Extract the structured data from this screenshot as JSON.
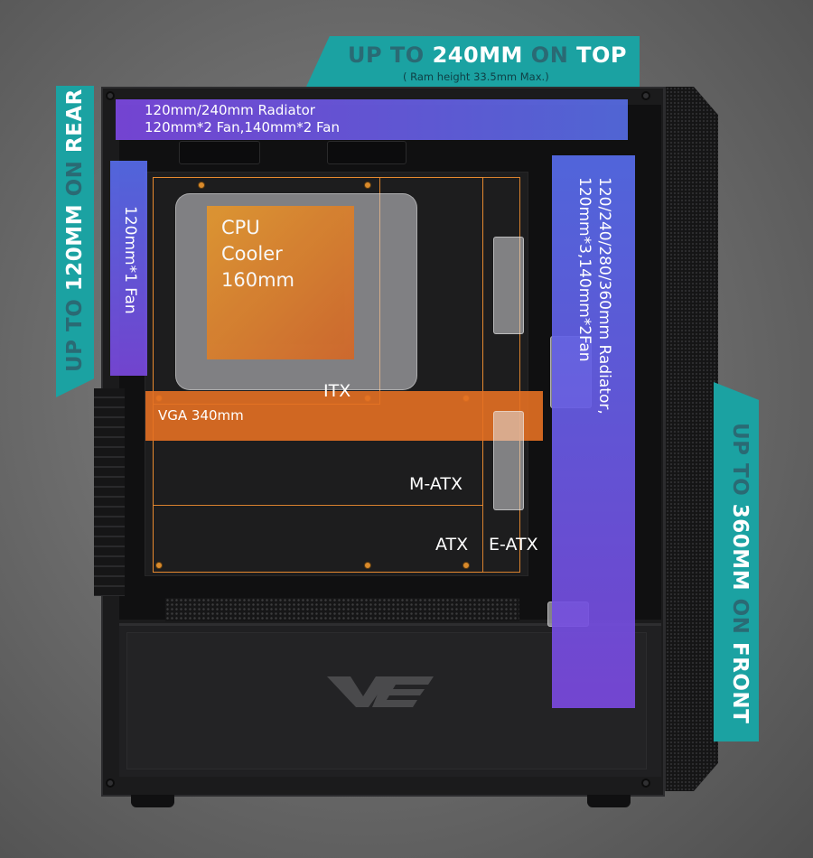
{
  "banners": {
    "top": {
      "prefix": "UP TO ",
      "value": "240MM",
      "middle": " ON ",
      "position": "TOP",
      "note": "( Ram height 33.5mm Max.)"
    },
    "rear": {
      "prefix": "UP TO ",
      "value": "120MM",
      "middle": " ON ",
      "position": "REAR"
    },
    "front": {
      "prefix": "UP TO ",
      "value": "360MM",
      "middle": " ON ",
      "position": "FRONT"
    }
  },
  "overlays": {
    "top_radiator": {
      "line1": "120mm/240mm Radiator",
      "line2": "120mm*2 Fan,140mm*2 Fan"
    },
    "rear_fan": {
      "label": "120mm*1 Fan"
    },
    "front_radiator": {
      "line1": "120/240/280/360mm Radiator,",
      "line2": "120mm*3,140mm*2Fan"
    },
    "cpu_cooler": {
      "line1": "CPU",
      "line2": "Cooler",
      "line3": "160mm"
    },
    "vga": {
      "label": "VGA 340mm"
    },
    "motherboards": {
      "itx": "ITX",
      "matx": "M-ATX",
      "atx": "ATX",
      "eatx": "E-ATX"
    }
  },
  "colors": {
    "banner_teal": "#1ba2a2",
    "banner_dim_text": "#2a6a74",
    "radiator_purple": "#7c48e1",
    "radiator_blue": "#576ee8",
    "vga_orange": "#e47022",
    "outline_orange": "#e88a30"
  },
  "icons": {
    "brand_logo": "darkflash-logo"
  }
}
